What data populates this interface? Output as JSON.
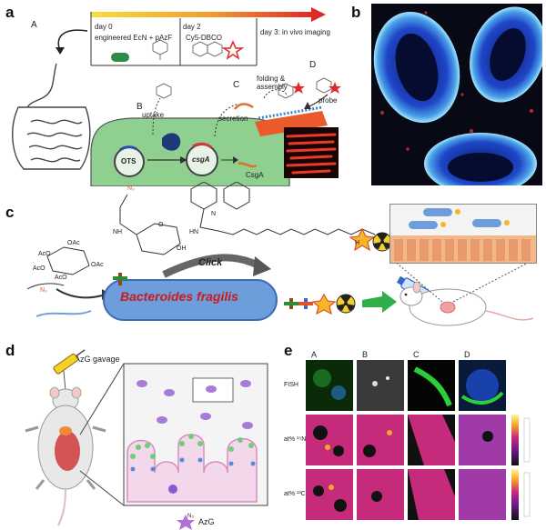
{
  "panels": {
    "a": {
      "letter": "a",
      "step_labels": {
        "A": "A",
        "B": "B",
        "C": "C",
        "D": "D"
      },
      "timeline": {
        "day0": "day 0",
        "day2": "day 2",
        "day3": "day 3: in vivo imaging",
        "day0_content": "engineered EcN + pAzF",
        "day2_content": "Cy5-DBCO"
      },
      "labels": {
        "uptake": "uptake",
        "secretion": "secretion",
        "folding": "folding &",
        "assembly": "assembly",
        "probe": "probe",
        "ots": "OTS",
        "csga_gene": "csgA",
        "csga_protein": "CsgA"
      }
    },
    "b": {
      "letter": "b"
    },
    "c": {
      "letter": "c",
      "bacterium": "Bacteroides fragilis",
      "click": "Click",
      "sugar_groups": {
        "ac1": "AcO",
        "ac2": "OAc",
        "ac3": "AcO",
        "ac4": "OAc",
        "ac5": "AcO",
        "n3": "N₃",
        "nh": "NH",
        "oh": "OH",
        "o": "O",
        "hn": "HN",
        "n": "N",
        "h": "H"
      }
    },
    "d": {
      "letter": "d",
      "gavage": "AzG gavage",
      "legend": "AzG",
      "n3": "N₃"
    },
    "e": {
      "letter": "e",
      "columns": [
        "A",
        "B",
        "C",
        "D"
      ],
      "rows": [
        "FISH",
        "at% ¹⁵N",
        "at% ¹³C"
      ]
    }
  },
  "colors": {
    "bacterium_fill": "#5b8fd6",
    "bacterium_text": "#cc1b1b",
    "cell_green": "#8fcf8f",
    "timeline_yellow": "#f5d33b",
    "timeline_red": "#e02828",
    "fluor_blue": "#1f4fd1",
    "fluor_red": "#e03030"
  }
}
